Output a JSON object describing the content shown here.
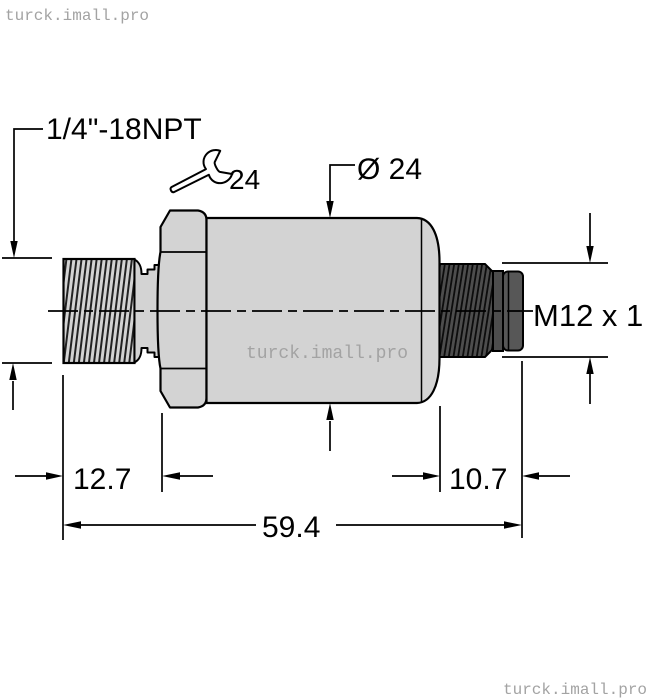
{
  "watermarks": {
    "top_left": "turck.imall.pro",
    "center": "turck.imall.pro",
    "bottom_right": "turck.imall.pro"
  },
  "drawing": {
    "labels": {
      "process_thread": "1/4\"-18NPT",
      "wrench_size": "24",
      "body_diameter": "Ø 24",
      "connector_thread": "M12 x 1",
      "thread_length": "12.7",
      "connector_length": "10.7",
      "total_length": "59.4"
    },
    "colors": {
      "background": "#ffffff",
      "part_fill": "#d3d3d3",
      "connector_fill": "#4d4d4d",
      "line": "#000000",
      "watermark": "#a3a3a3"
    }
  }
}
